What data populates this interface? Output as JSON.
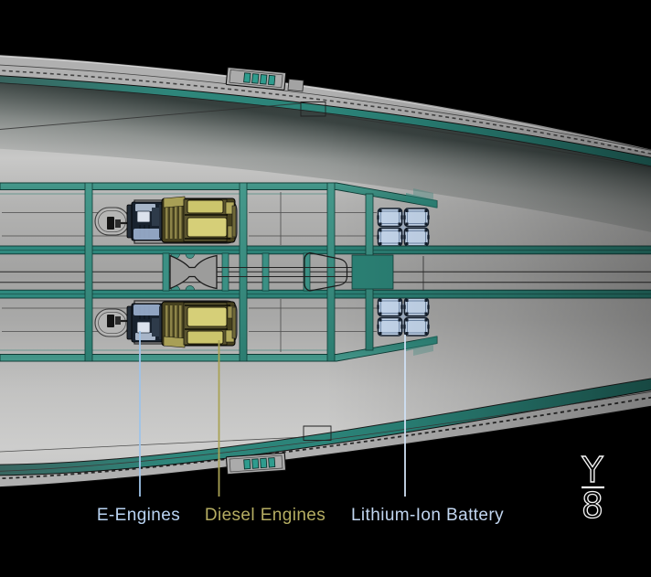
{
  "diagram": {
    "kind": "yacht-propulsion-top-view-cutaway",
    "background": "#000000"
  },
  "labels": [
    {
      "id": "e-engines",
      "text": "E-Engines",
      "color": "#b9d3f2",
      "leader_color": "#9fc3e8"
    },
    {
      "id": "diesel-engines",
      "text": "Diesel Engines",
      "color": "#b5ad62",
      "leader_color": "#a9a254"
    },
    {
      "id": "lithium-ion-battery",
      "text": "Lithium-Ion Battery",
      "color": "#c2d6f0",
      "leader_color": "#cfe0f4"
    }
  ],
  "logo": {
    "letter_top": "Y",
    "letter_bottom": "8",
    "color": "#f2f2f2"
  },
  "palette": {
    "hull_band_gray": "#b0b0b0",
    "teal_stripe": "#2e867b",
    "frame_teal": "#3b9084",
    "deck_light": "#c8c8c7",
    "deck_mid": "#a2a2a1",
    "diesel_yellow": "#d6cf78",
    "e_engine_dark": "#18222e",
    "e_engine_light": "#a6bbdb",
    "battery_blue": "#c8daf0",
    "battery_outline": "#141f2d"
  },
  "components": {
    "diesel_engines": 2,
    "e_engines": 2,
    "battery_packs": 2,
    "battery_modules_per_pack": 4,
    "tanks": 2
  }
}
